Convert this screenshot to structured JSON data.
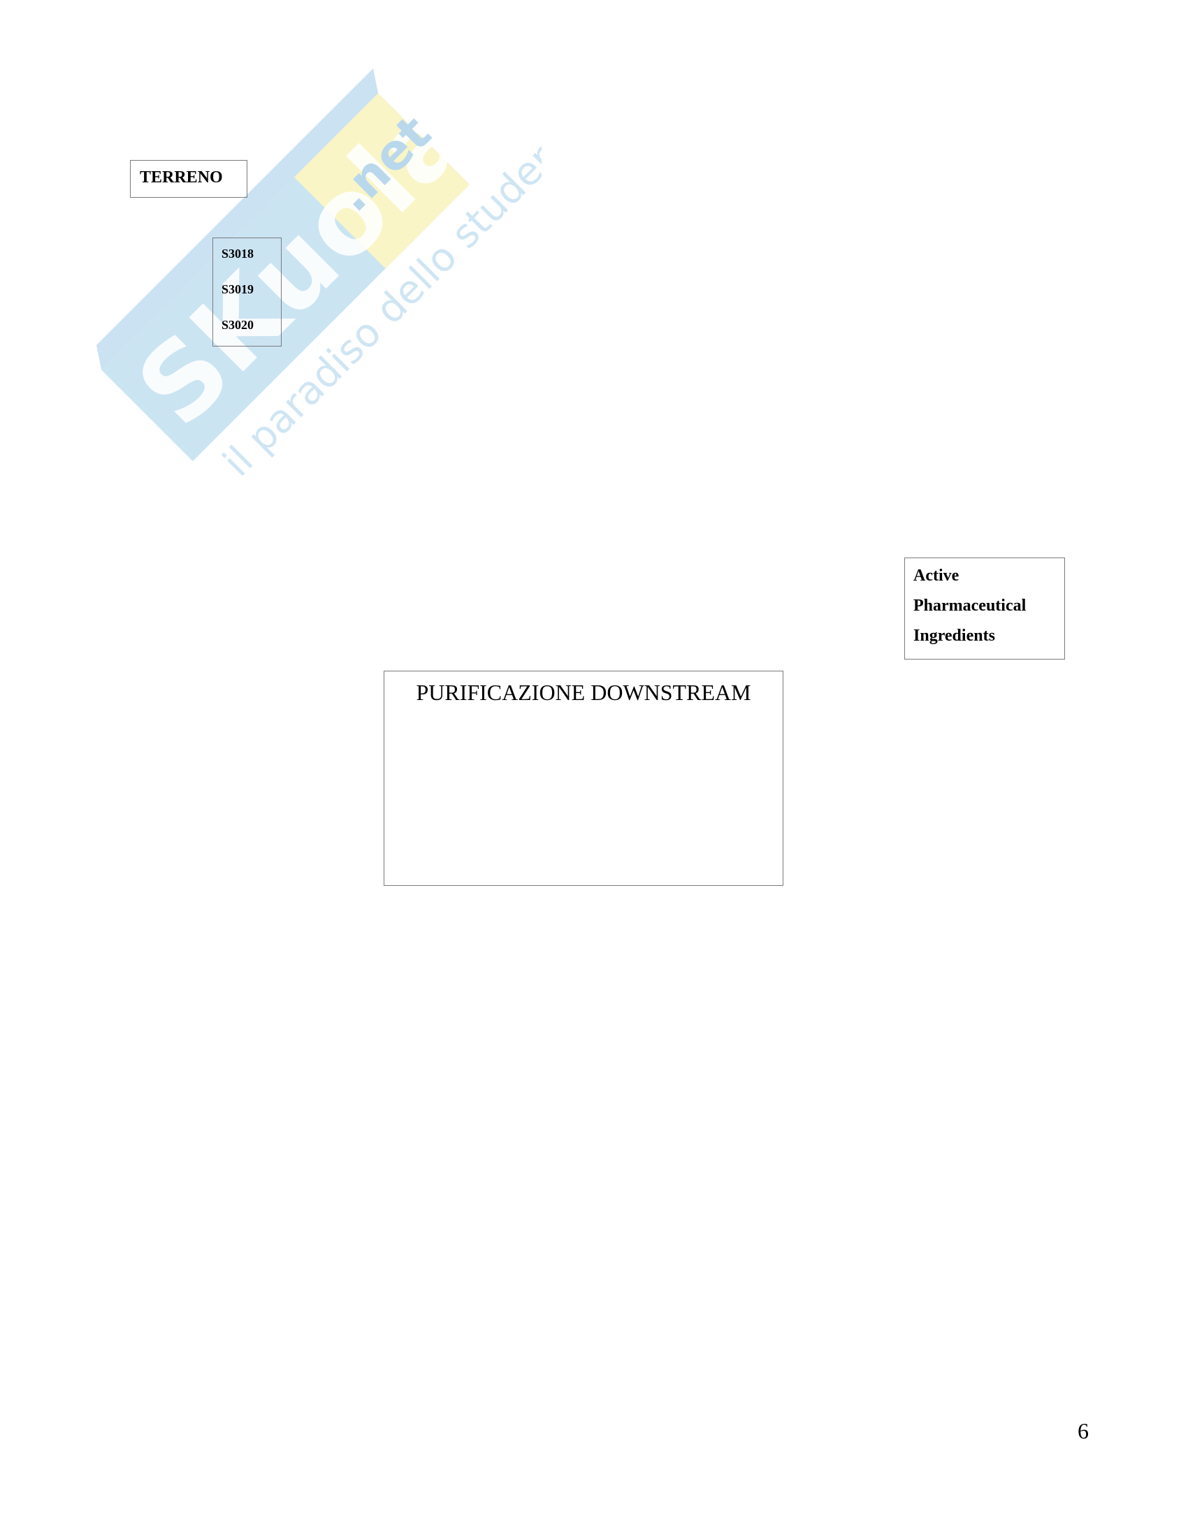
{
  "watermark": {
    "brand": "Skuola.net",
    "tagline": "il paradiso dello studente",
    "colors": {
      "blue": "#bcdcef",
      "yellow": "#fbf6c4",
      "text": "#d7e9f5"
    }
  },
  "boxes": {
    "terreno": "TERRENO",
    "codes": [
      "S3018",
      "S3019",
      "S3020"
    ],
    "api": [
      "Active",
      "Pharmaceutical",
      "Ingredients"
    ],
    "purification": "PURIFICAZIONE DOWNSTREAM"
  },
  "page_number": "6"
}
